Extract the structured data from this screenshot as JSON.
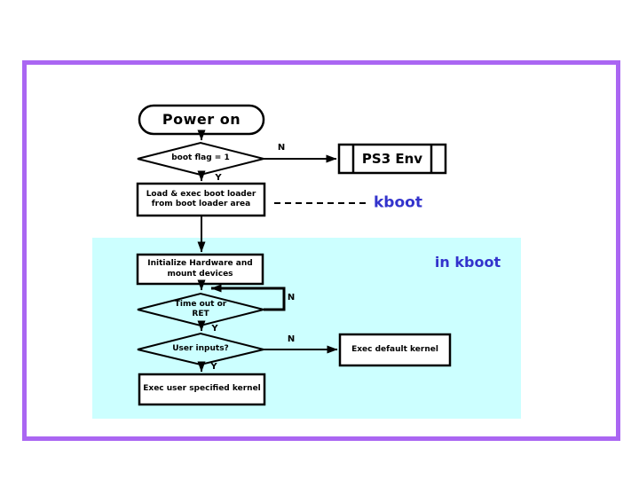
{
  "colors": {
    "frame": "#aa66f2",
    "region": "#ccffff",
    "accent": "#3333cc",
    "line": "#000000",
    "node_fill": "#ffffff"
  },
  "nodes": {
    "power_on": {
      "label": "Power on"
    },
    "boot_flag": {
      "label": "boot flag = 1"
    },
    "ps3_env": {
      "label": "PS3 Env"
    },
    "load_boot_loader": {
      "line1": "Load & exec boot loader",
      "line2": "from boot loader area"
    },
    "init_hardware": {
      "line1": "Initialize Hardware and",
      "line2": "mount devices"
    },
    "timeout": {
      "line1": "Time out or",
      "line2": "RET"
    },
    "user_inputs": {
      "label": "User inputs?"
    },
    "exec_default": {
      "label": "Exec default kernel"
    },
    "exec_user": {
      "label": "Exec user specified kernel"
    }
  },
  "branch_labels": {
    "boot_flag_n": "N",
    "boot_flag_y": "Y",
    "timeout_n": "N",
    "timeout_y": "Y",
    "user_inputs_n": "N",
    "user_inputs_y": "Y"
  },
  "annotations": {
    "kboot": "kboot",
    "in_kboot": "in kboot"
  }
}
